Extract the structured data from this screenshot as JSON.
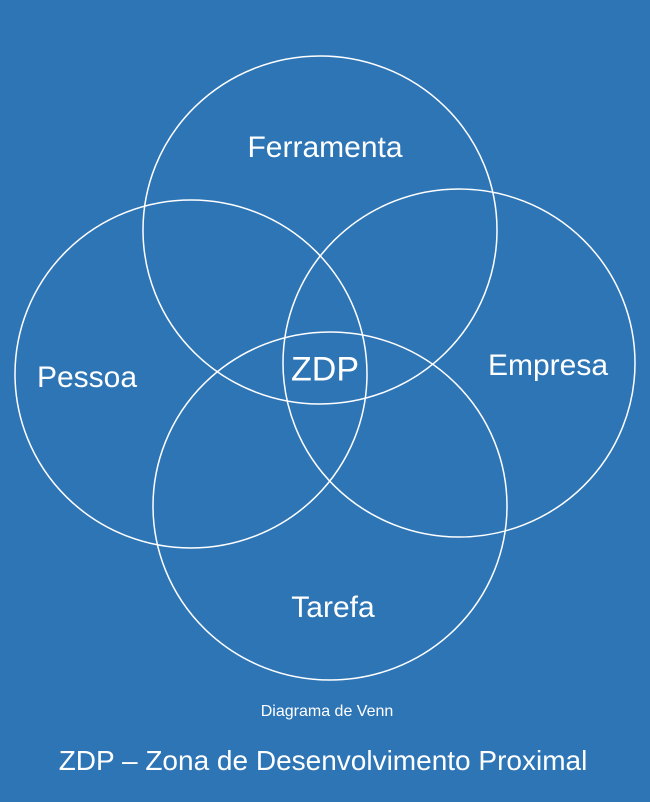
{
  "diagram": {
    "sets": [
      {
        "id": "ferramenta",
        "label": "Ferramenta"
      },
      {
        "id": "pessoa",
        "label": "Pessoa"
      },
      {
        "id": "empresa",
        "label": "Empresa"
      },
      {
        "id": "tarefa",
        "label": "Tarefa"
      }
    ],
    "center_label": "ZDP",
    "caption": "Diagrama de Venn",
    "title": "ZDP – Zona de Desenvolvimento Proximal"
  },
  "colors": {
    "background": "#2E75B6",
    "stroke": "#FFFFFF",
    "text": "#FFFFFF"
  }
}
